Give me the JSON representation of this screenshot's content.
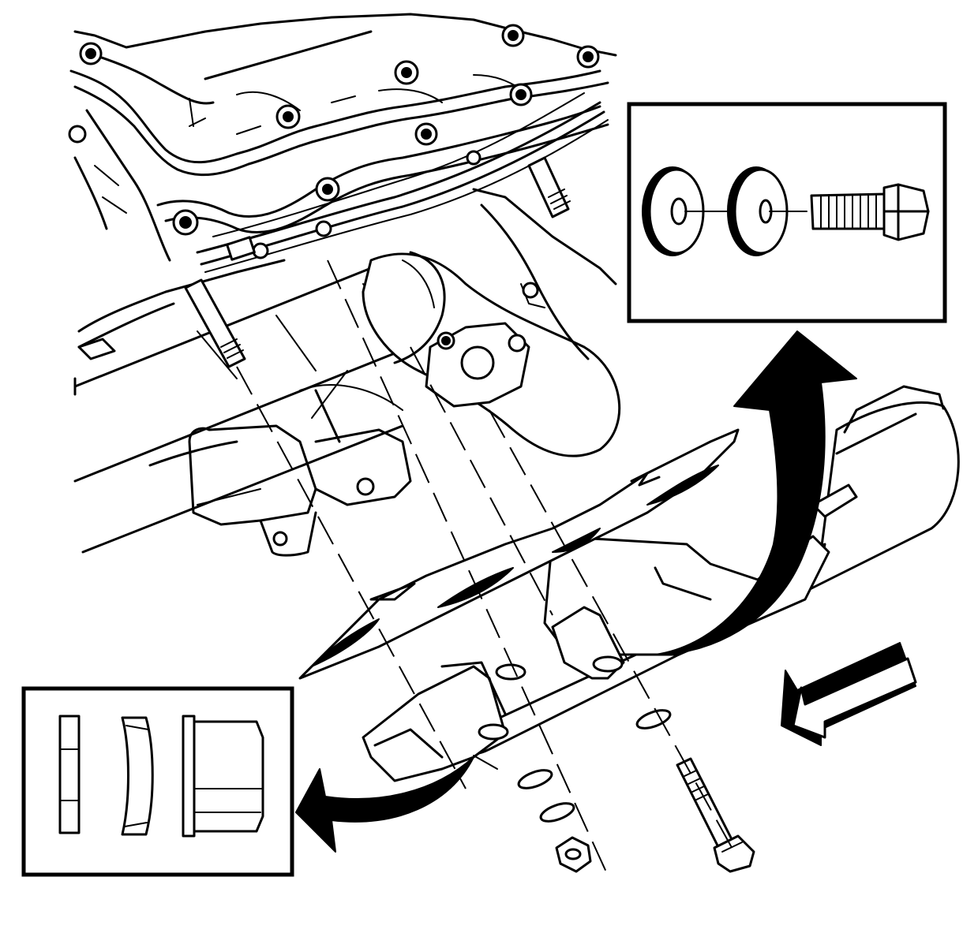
{
  "figure": {
    "colors": {
      "ink": "#000000",
      "paper": "#ffffff"
    },
    "parts": [
      "engine-block",
      "transmission-bellhousing",
      "exhaust-crossover-pipe",
      "heat-shield",
      "shield-bolts",
      "shield-nuts",
      "spacer-washers",
      "isolator-grommets"
    ],
    "callouts": [
      {
        "name": "washer-bolt-inset",
        "contents": [
          "isolator-washer",
          "washer",
          "bolt"
        ]
      },
      {
        "name": "nut-profile-inset",
        "contents": [
          "flat-washer-edge",
          "curved-spacer",
          "hex-nut-profile"
        ]
      }
    ],
    "arrows": [
      {
        "name": "curved-arrow-to-upper-inset",
        "meaning": "detail-view"
      },
      {
        "name": "curved-arrow-to-lower-inset",
        "meaning": "detail-view"
      },
      {
        "name": "direction-arrow",
        "meaning": "vehicle-front"
      }
    ]
  }
}
